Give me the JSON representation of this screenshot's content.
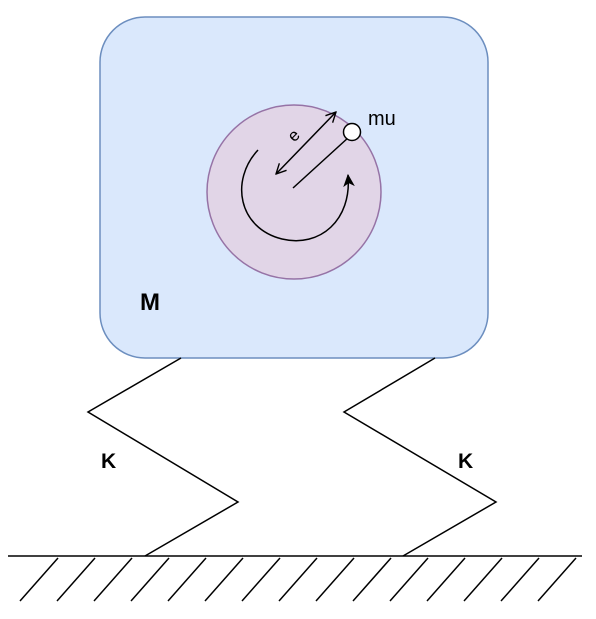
{
  "labels": {
    "mass": "M",
    "eccentric_mass": "mu",
    "eccentricity": "e",
    "spring_left": "K",
    "spring_right": "K"
  },
  "colors": {
    "block_fill": "#dae8fc",
    "block_stroke": "#6c8ebf",
    "rotor_fill": "#e1d5e7",
    "rotor_stroke": "#9673a6",
    "line": "#000000"
  }
}
